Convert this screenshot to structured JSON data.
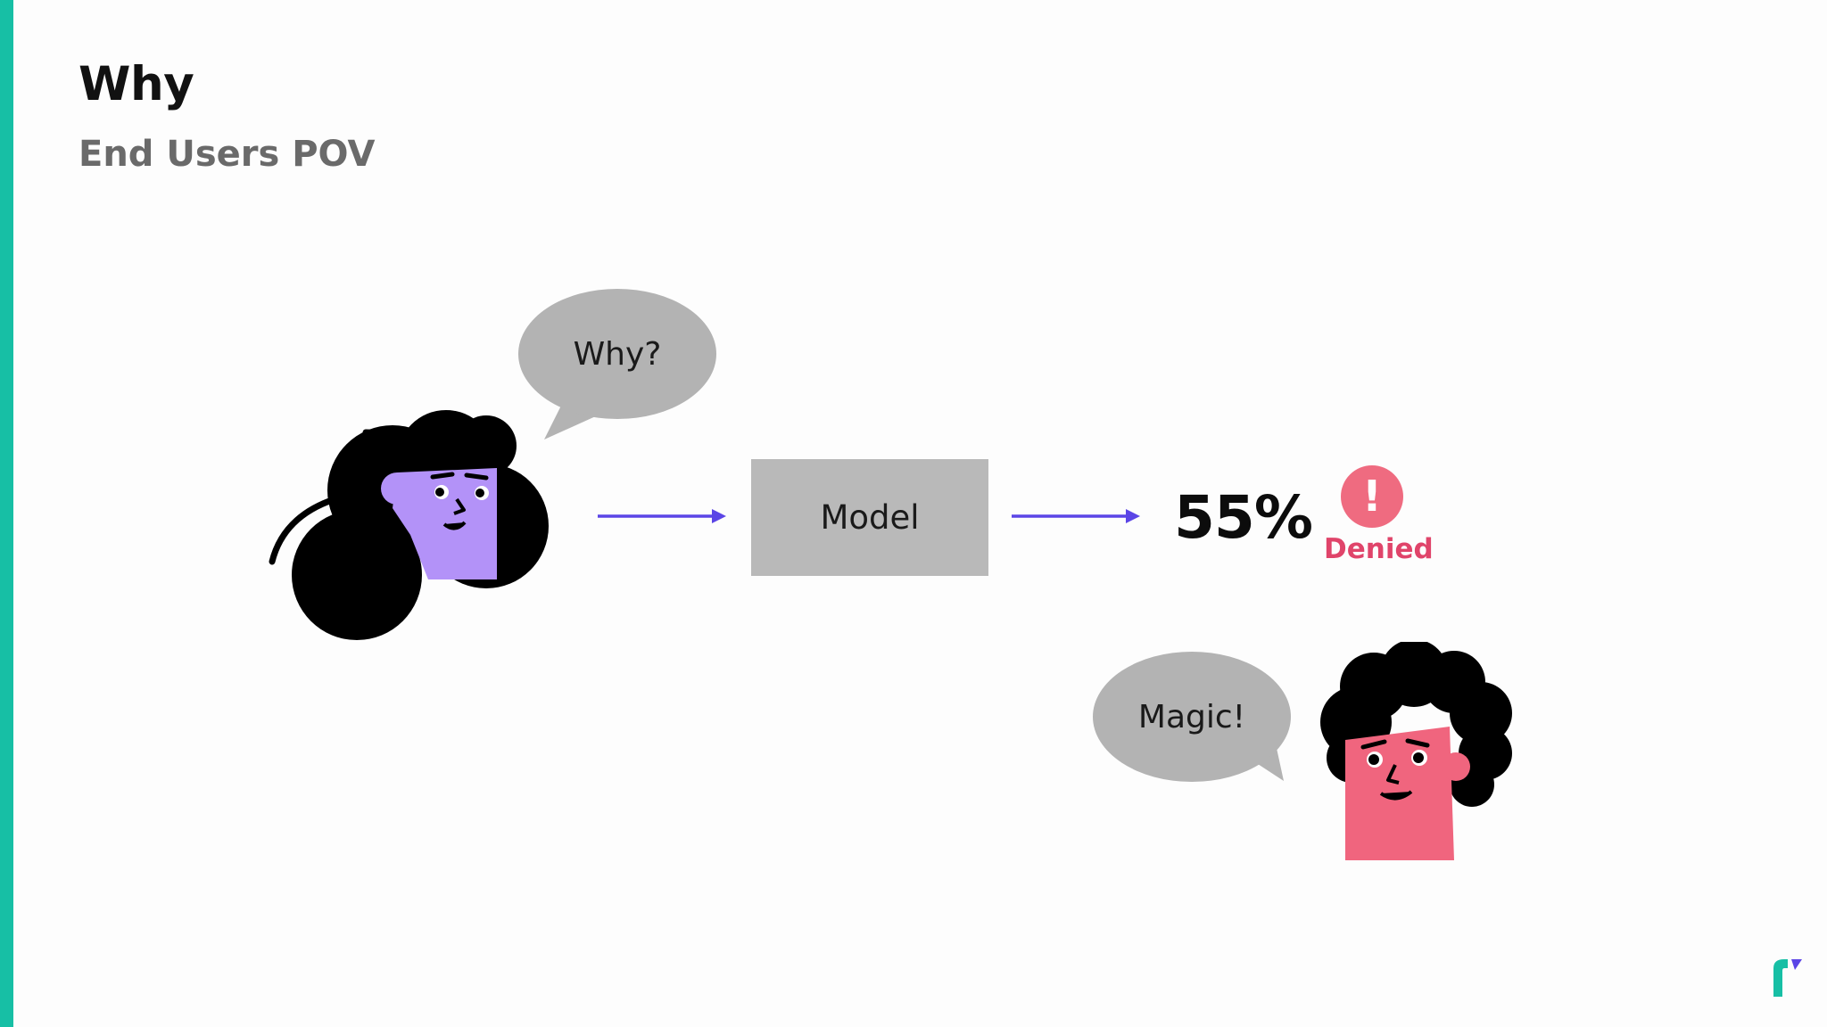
{
  "slide": {
    "title": "Why",
    "subtitle": "End Users POV"
  },
  "diagram": {
    "question_bubble": "Why?",
    "model_label": "Model",
    "score": "55%",
    "status_icon": "exclamation-alert-icon",
    "status_label": "Denied",
    "answer_bubble": "Magic!"
  },
  "colors": {
    "accent_bar": "#17bfa5",
    "arrow": "#5b45e6",
    "model_box": "#b9b9b9",
    "bubble": "#b3b3b3",
    "status_alert": "#ef6b80",
    "status_text": "#e0446a",
    "person_left_face": "#b392f8",
    "person_right_face": "#f0657e"
  }
}
